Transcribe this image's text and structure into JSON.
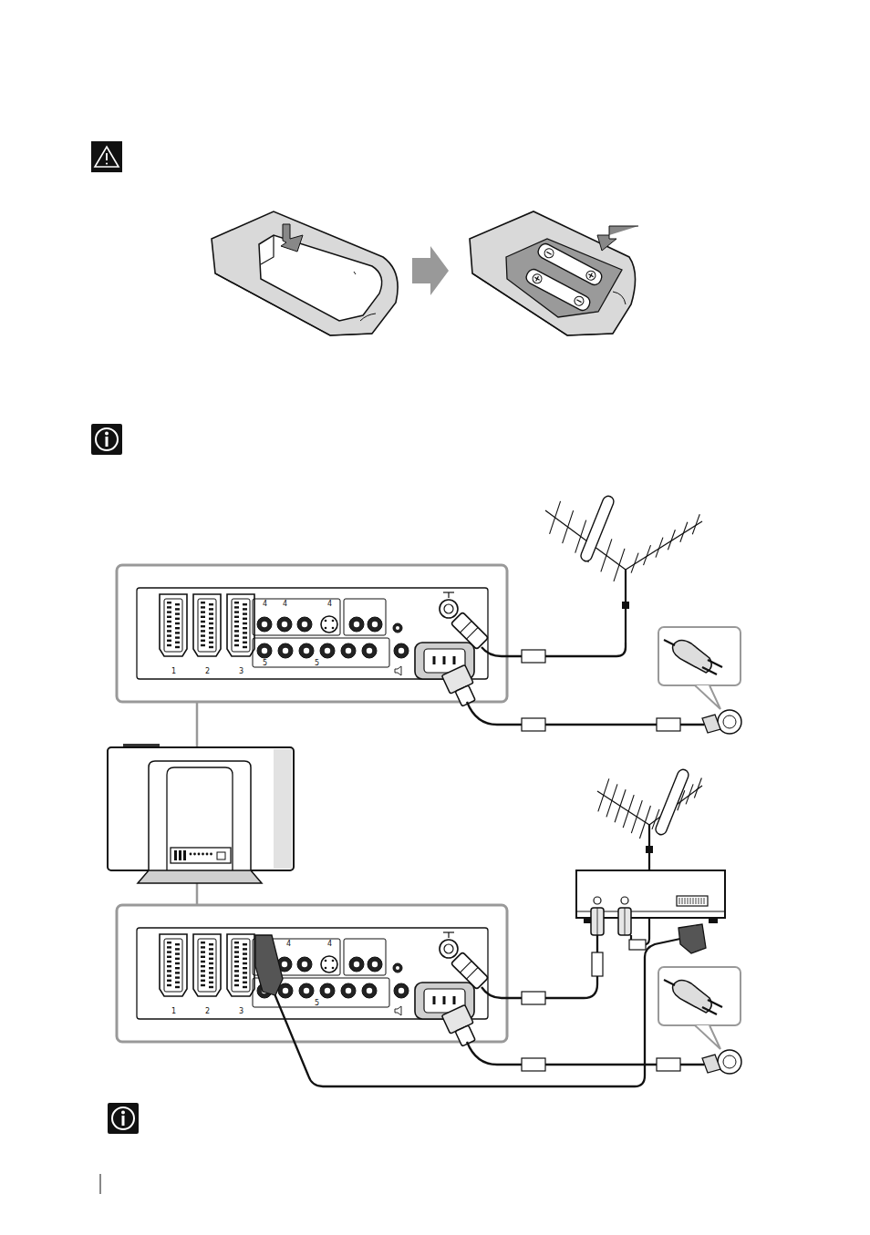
{
  "diagram": {
    "labels": [
      "1",
      "2",
      "3",
      "4",
      "4",
      "4",
      "5",
      "5",
      "1",
      "2",
      "3",
      "4",
      "4",
      "5"
    ]
  }
}
